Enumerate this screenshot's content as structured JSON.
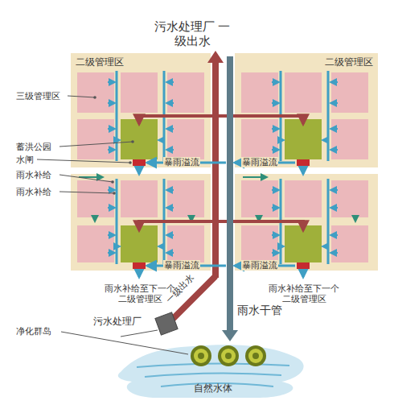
{
  "diagram": {
    "nodes": [
      {
        "text": [
          "二级管理区"
        ]
      },
      {
        "text": [
          "二级管理区"
        ]
      },
      {
        "text": [
          "污水处理厂"
        ]
      },
      {
        "text": [
          "自然水体"
        ]
      }
    ],
    "labels": [
      "污水处理厂 一级出水",
      "三级管理区",
      "蓄洪公园",
      "水闸",
      "雨水补给",
      "雨水补给",
      "暴雨溢流",
      "暴雨溢流",
      "暴雨溢流",
      "暴雨溢流",
      "雨水补给至下一个 二级管理区",
      "雨水补给至下一个 二级管理区",
      "一级出水",
      "雨水干管",
      "净化群岛"
    ]
  }
}
